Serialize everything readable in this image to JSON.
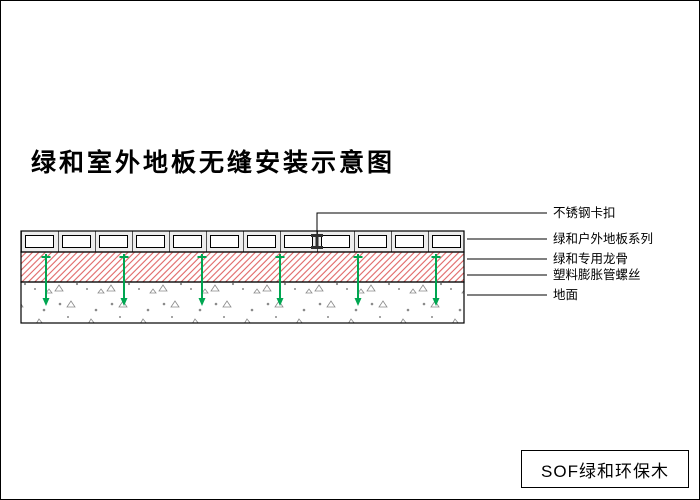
{
  "title": "绿和室外地板无缝安装示意图",
  "diagram": {
    "labels": [
      "不锈钢卡扣",
      "绿和户外地板系列",
      "绿和专用龙骨",
      "塑料膨胀管螺丝",
      "地面"
    ],
    "screw_x": [
      45,
      123,
      201,
      279,
      357,
      435
    ]
  },
  "footer": {
    "brand": "SOF绿和环保木"
  },
  "colors": {
    "hatch_red": "#e06666",
    "screw_green": "#00a651",
    "line_black": "#000000",
    "board_bg": "#ededed",
    "concrete_gray": "#8a8a8a"
  }
}
